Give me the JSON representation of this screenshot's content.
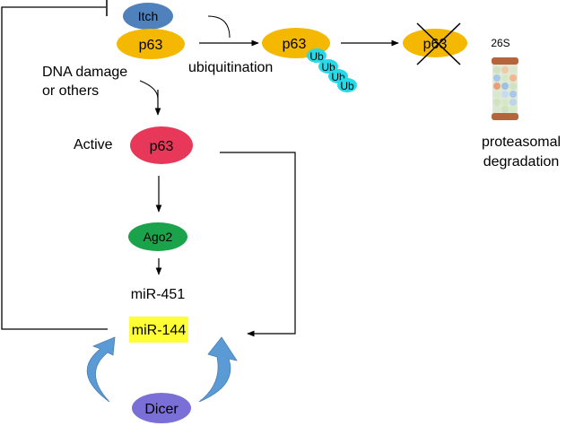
{
  "nodes": {
    "itch": "Itch",
    "p63_bound": "p63",
    "p63_ubiquitinated": "p63",
    "p63_degraded": "p63",
    "p63_active": "p63",
    "ago2": "Ago2",
    "mir451": "miR-451",
    "mir144": "miR-144",
    "dicer": "Dicer",
    "ub_tags": [
      "Ub",
      "Ub",
      "Ub",
      "Ub"
    ],
    "proteasome_label": "26S"
  },
  "labels": {
    "ubiquitination": "ubiquitination",
    "dna_damage_line1": "DNA damage",
    "dna_damage_line2": "or others",
    "active": "Active",
    "proteasomal_line1": "proteasomal",
    "proteasomal_line2": "degradation"
  },
  "colors": {
    "itch": "#4f81bd",
    "p63": "#f5b800",
    "p63_active": "#e8385a",
    "ubiquitin": "#27d9e8",
    "ago2": "#1aa34a",
    "dicer": "#7a6fd6",
    "mir144_highlight": "#ffff33",
    "curved_arrow": "#5b9bd5"
  }
}
